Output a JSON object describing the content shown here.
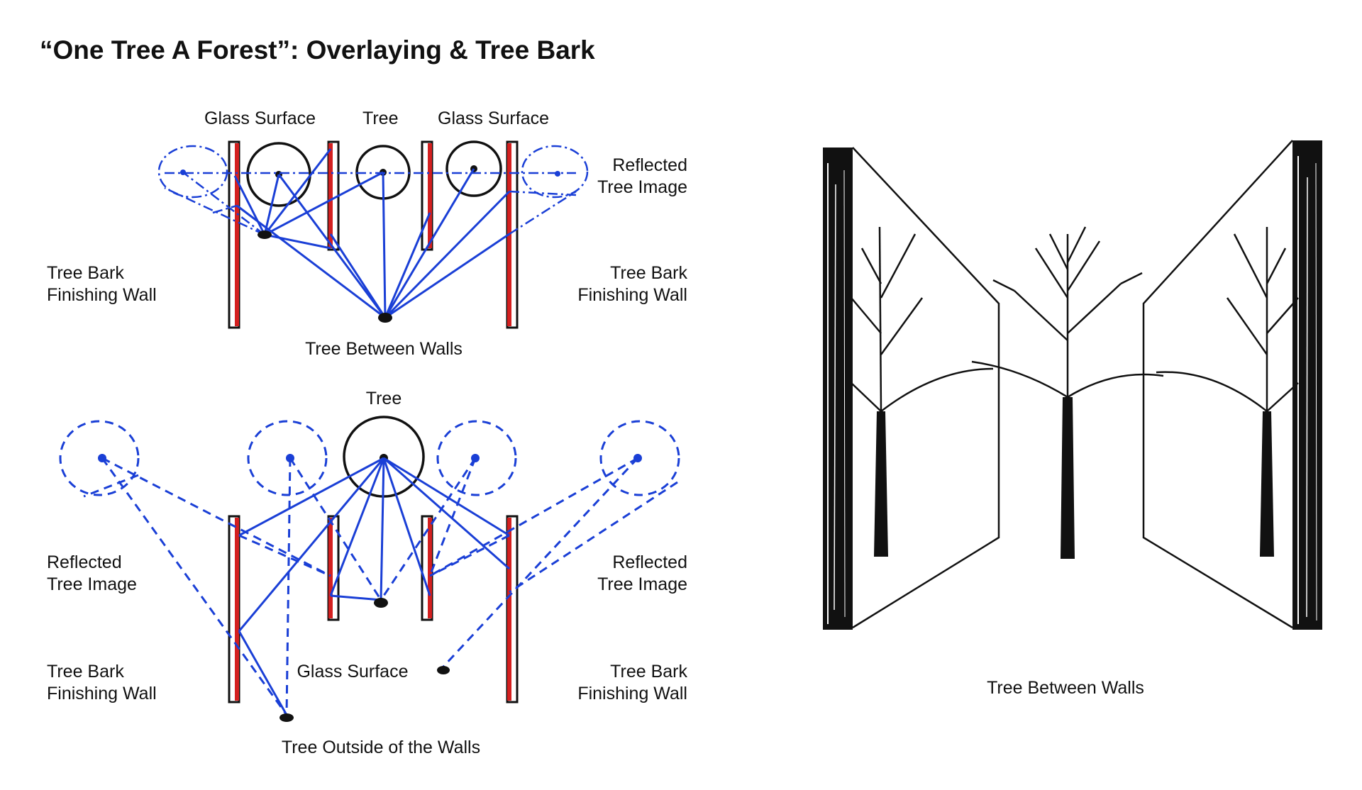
{
  "title": "“One Tree A Forest”: Overlaying & Tree Bark",
  "diagram_top": {
    "label_glass_left": "Glass Surface",
    "label_tree": "Tree",
    "label_glass_right": "Glass Surface",
    "label_reflected": [
      "Reflected",
      "Tree Image"
    ],
    "label_bark_left": [
      "Tree Bark",
      "Finishing Wall"
    ],
    "label_bark_right": [
      "Tree Bark",
      "Finishing Wall"
    ],
    "caption": "Tree Between Walls"
  },
  "diagram_bottom": {
    "label_tree": "Tree",
    "label_reflected_left": [
      "Reflected",
      "Tree Image"
    ],
    "label_reflected_right": [
      "Reflected",
      "Tree Image"
    ],
    "label_bark_left": [
      "Tree Bark",
      "Finishing Wall"
    ],
    "label_bark_right": [
      "Tree Bark",
      "Finishing Wall"
    ],
    "label_glass": "Glass Surface",
    "caption": "Tree Outside of the Walls"
  },
  "sketch": {
    "caption": "Tree Between Walls"
  },
  "colors": {
    "ray_blue": "#1a3fd6",
    "bark_red": "#d42020",
    "ink": "#111111"
  }
}
